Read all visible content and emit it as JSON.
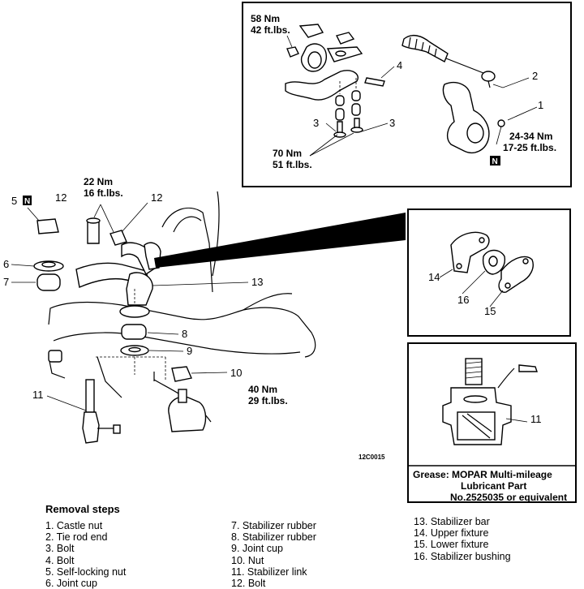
{
  "callouts": {
    "n1": "1",
    "n2": "2",
    "n3a": "3",
    "n3b": "3",
    "n4": "4",
    "n5": "5",
    "n6": "6",
    "n7": "7",
    "n8": "8",
    "n9": "9",
    "n10": "10",
    "n11": "11",
    "n11b": "11",
    "n12a": "12",
    "n12b": "12",
    "n13": "13",
    "n14": "14",
    "n15": "15",
    "n16": "16"
  },
  "torques": {
    "t58_nm": "58 Nm",
    "t58_ft": "42 ft.lbs.",
    "t70_nm": "70 Nm",
    "t70_ft": "51 ft.lbs.",
    "t24_nm": "24-34 Nm",
    "t24_ft": "17-25 ft.lbs.",
    "t22_nm": "22 Nm",
    "t22_ft": "16 ft.lbs.",
    "t40_nm": "40 Nm",
    "t40_ft": "29 ft.lbs."
  },
  "marks": {
    "new_part": "N"
  },
  "figure_code": "12C0015",
  "grease": {
    "line1": "Grease:  MOPAR Multi-mileage",
    "line2": "Lubricant Part",
    "line3": "No.2525035 or equivalent"
  },
  "removal": {
    "title": "Removal steps",
    "col1": [
      "1.  Castle nut",
      "2.  Tie rod end",
      "3.  Bolt",
      "4.  Bolt",
      "5.  Self-locking nut",
      "6.  Joint cup"
    ],
    "col2": [
      "7.  Stabilizer rubber",
      "8.  Stabilizer rubber",
      "9.  Joint cup",
      "10.  Nut",
      "11.  Stabilizer link",
      "12.  Bolt"
    ],
    "col3": [
      "13.  Stabilizer bar",
      "14.  Upper fixture",
      "15.  Lower fixture",
      "16.  Stabilizer bushing"
    ]
  }
}
